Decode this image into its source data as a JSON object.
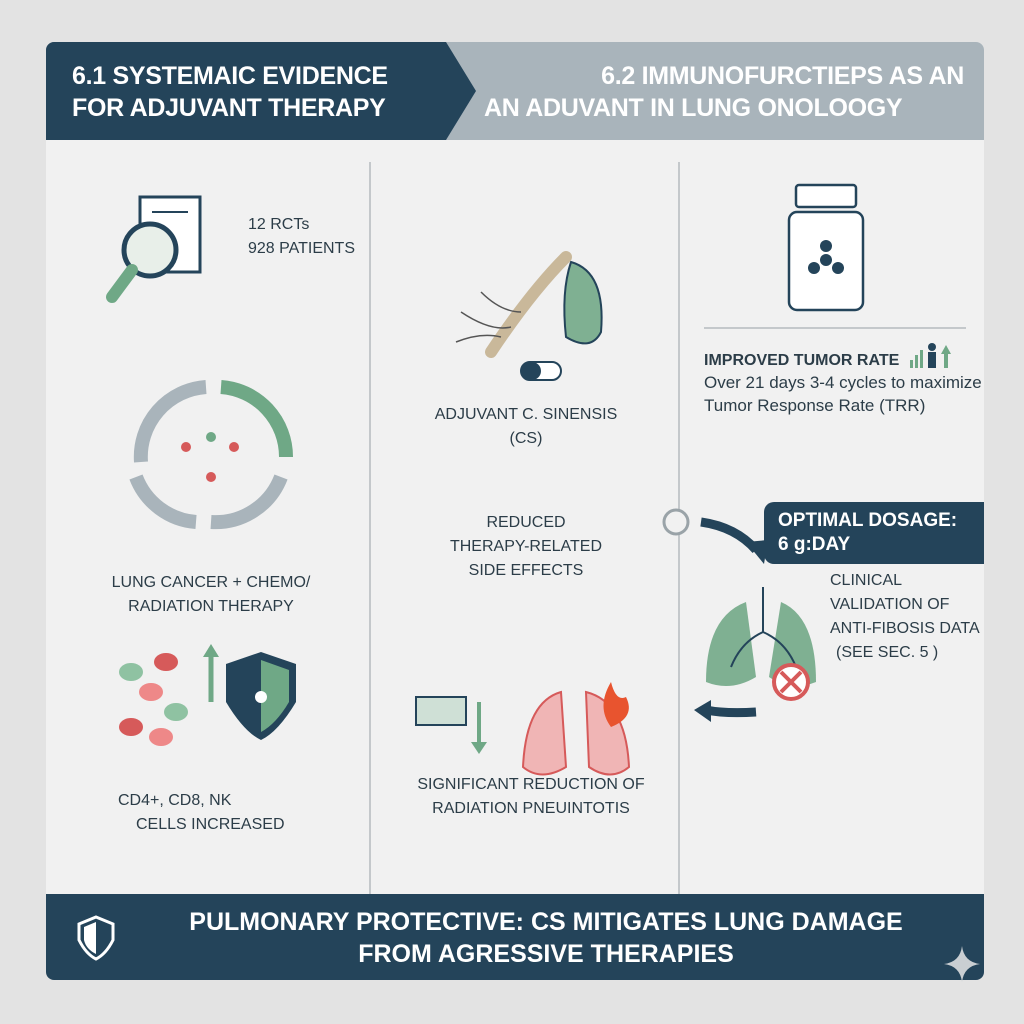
{
  "header": {
    "left_line1": "6.1 SYSTEMAIC EVIDENCE",
    "left_line2": "FOR ADJUVANT THERAPY",
    "right_line1": "6.2 IMMUNOFURCTIEPS AS AN",
    "right_line2": "AN ADUVANT IN LUNG ONOLOOGY"
  },
  "col1": {
    "stat1": "12 RCTs",
    "stat2": "928 PATIENTS",
    "cycle_l1": "LUNG CANCER + CHEMO/",
    "cycle_l2": "RADIATION THERAPY",
    "cells_l1": "CD4+, CD8, NK",
    "cells_l2": "CELLS INCREASED"
  },
  "col2": {
    "cs_l1": "ADJUVANT C. SINENSIS",
    "cs_l2": "(CS)",
    "reduced_l1": "REDUCED",
    "reduced_l2": "THERAPY-RELATED",
    "reduced_l3": "SIDE EFFECTS",
    "pneu_l1": "SIGNIFICANT REDUCTION OF",
    "pneu_l2": "RADIATION PNEUINTOTIS"
  },
  "col3": {
    "tumor_title": "IMPROVED TUMOR RATE",
    "tumor_l1": "Over 21 days 3-4 cycles to maximize",
    "tumor_l2": "Tumor Response Rate (TRR)",
    "dose_l1": "OPTIMAL DOSAGE:",
    "dose_l2": "6 g:DAY",
    "clin_l1": "CLINICAL",
    "clin_l2": "VALIDATION OF",
    "clin_l3": "ANTI-FIBOSIS DATA",
    "clin_l4": "(SEE SEC. 5 )"
  },
  "footer": {
    "line1": "PULMONARY PROTECTIVE: CS MITIGATES LUNG DAMAGE",
    "line2": "FROM AGRESSIVE THERAPIES"
  },
  "colors": {
    "navy": "#24445a",
    "header_gray": "#a9b4bb",
    "green": "#6fa886",
    "red": "#d65a5a"
  }
}
